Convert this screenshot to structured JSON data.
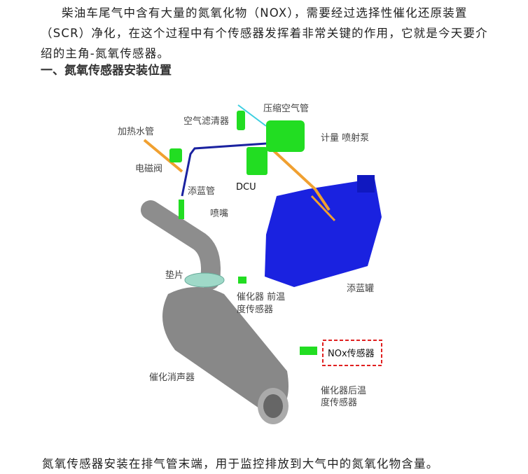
{
  "intro": "柴油车尾气中含有大量的氮氧化物（NOX），需要经过选择性催化还原装置（SCR）净化，在这个过程中有个传感器发挥着非常关键的作用，它就是今天要介绍的主角-氮氧传感器。",
  "heading": "一、氮氧传感器安装位置",
  "diagram": {
    "labels": {
      "compressed_air_pipe": "压缩空气管",
      "air_filter": "空气滤清器",
      "heating_water_pipe": "加热水管",
      "metering_pump": "计量 喷射泵",
      "solenoid_valve": "电磁阀",
      "dcu": "DCU",
      "urea_pipe": "添蓝管",
      "nozzle": "喷嘴",
      "gasket": "垫片",
      "urea_tank": "添蓝罐",
      "front_temp_sensor_1": "催化器 前温",
      "front_temp_sensor_2": "度传感器",
      "nox_sensor": "NOx传感器",
      "catalytic_muffler": "催化消声器",
      "rear_temp_sensor_1": "催化器后温",
      "rear_temp_sensor_2": "度传感器"
    },
    "colors": {
      "tank": "#1a22e0",
      "parts": "#22dd22",
      "pipe": "#f0a030",
      "muffler": "#8a8a8a",
      "highlight": "#e02020"
    }
  },
  "caption": "氮氧传感器安装在排气管末端，用于监控排放到大气中的氮氧化物含量。"
}
